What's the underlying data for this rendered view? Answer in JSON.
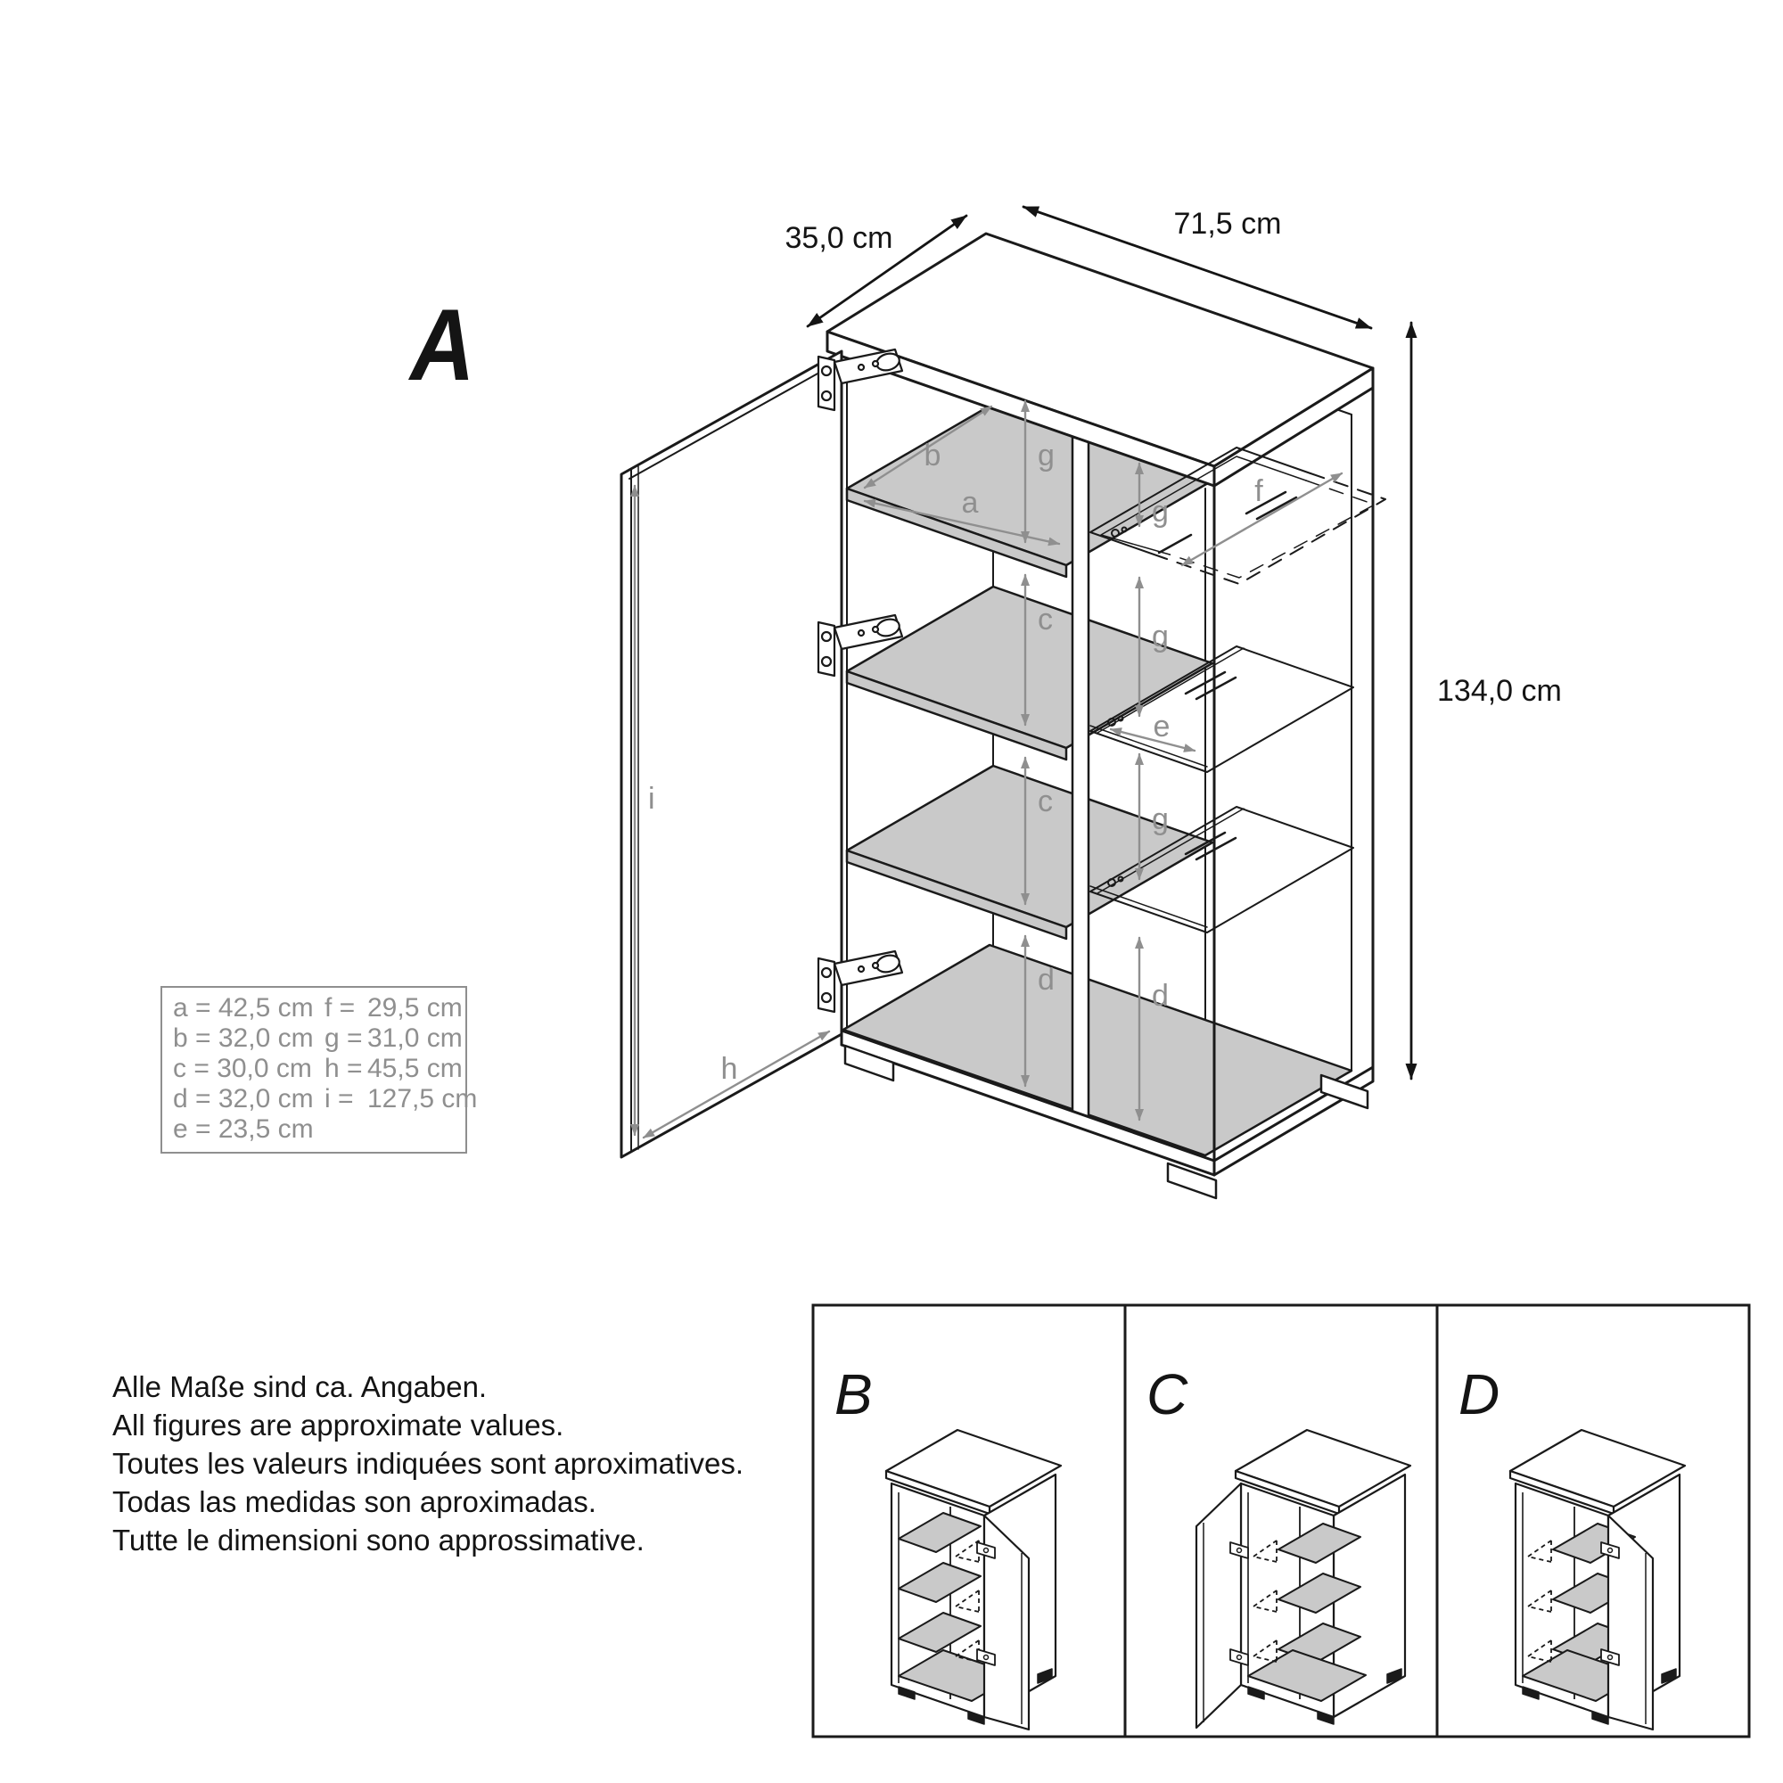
{
  "title_label": "A",
  "dims": {
    "depth": "35,0 cm",
    "width": "71,5 cm",
    "height": "134,0 cm"
  },
  "letters": {
    "a": "a",
    "b": "b",
    "c1": "c",
    "c2": "c",
    "d_left": "d",
    "d_right": "d",
    "e": "e",
    "f": "f",
    "g_left": "g",
    "g_r1": "g",
    "g_r2": "g",
    "g_r3": "g",
    "h": "h",
    "i": "i"
  },
  "legend": {
    "rows": [
      {
        "left": "a = 42,5 cm",
        "rlabel": "f =",
        "rvalue": "29,5 cm"
      },
      {
        "left": "b = 32,0 cm",
        "rlabel": "g =",
        "rvalue": "31,0 cm"
      },
      {
        "left": "c = 30,0 cm",
        "rlabel": "h =",
        "rvalue": "45,5 cm"
      },
      {
        "left": "d = 32,0 cm",
        "rlabel": "i  =",
        "rvalue": "127,5 cm"
      },
      {
        "left": "e = 23,5 cm",
        "rlabel": "",
        "rvalue": ""
      }
    ]
  },
  "notes": [
    "Alle Maße sind ca. Angaben.",
    "All figures are approximate values.",
    "Toutes les valeurs indiquées sont aproximatives.",
    "Todas las medidas son aproximadas.",
    "Tutte le dimensioni sono approssimative."
  ],
  "variants": {
    "b": "B",
    "c": "C",
    "d": "D"
  },
  "colors": {
    "line": "#1a1a1a",
    "gray": "#8f8f8f",
    "shelf_fill": "#c9c9c9"
  }
}
